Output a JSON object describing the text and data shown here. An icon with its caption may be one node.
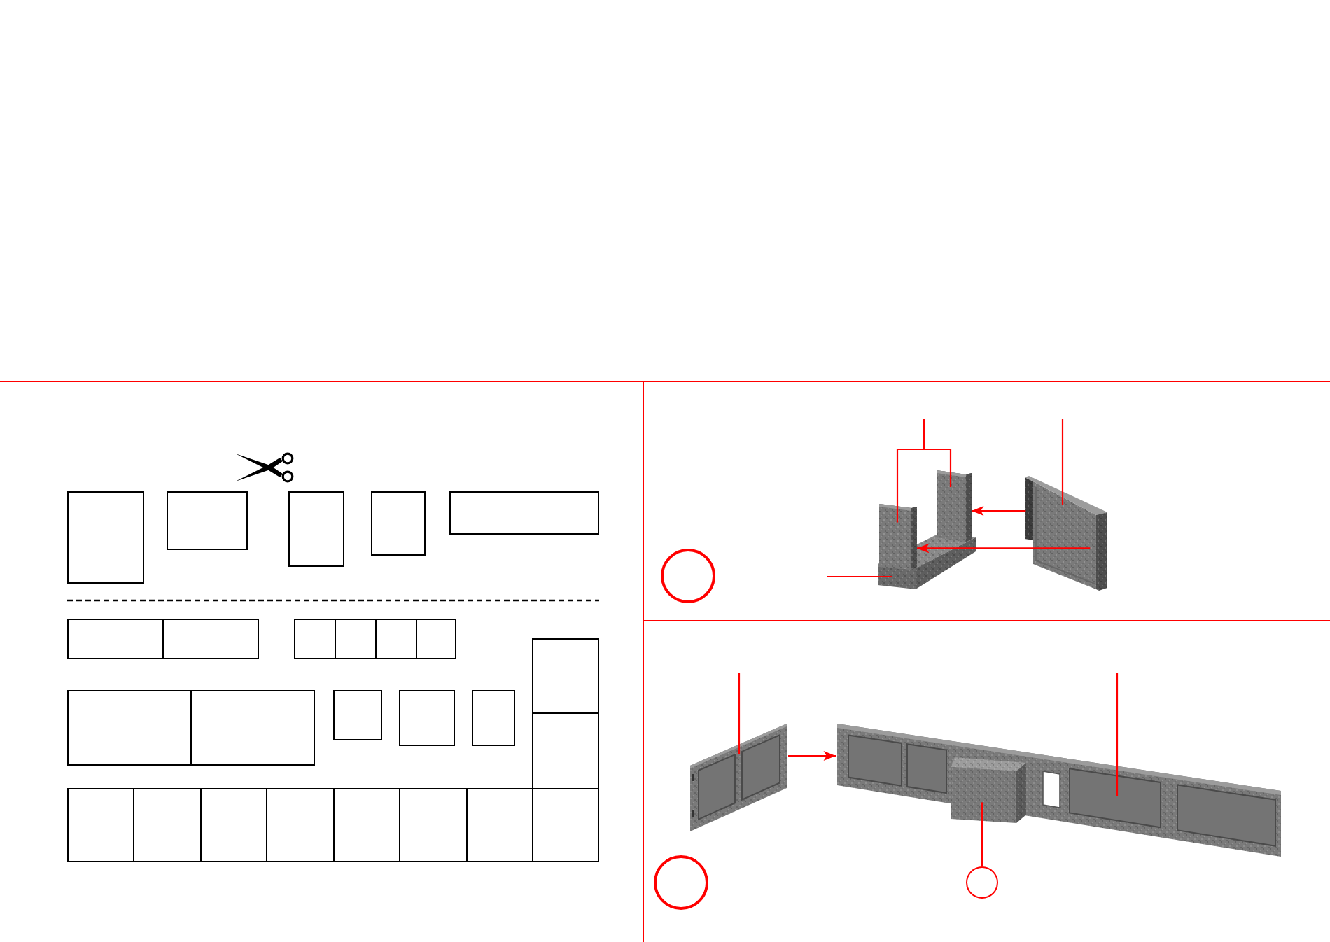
{
  "diagram": {
    "nodes": [
      {
        "text": [],
        "shape": "box"
      },
      {
        "text": [],
        "shape": "box"
      },
      {
        "text": [],
        "shape": "box"
      },
      {
        "text": [],
        "shape": "box"
      },
      {
        "text": [],
        "shape": "box"
      },
      {
        "text": [],
        "shape": "box"
      },
      {
        "text": [],
        "shape": "box"
      },
      {
        "text": [],
        "shape": "box"
      },
      {
        "text": [],
        "shape": "box"
      },
      {
        "text": [],
        "shape": "box"
      },
      {
        "text": [],
        "shape": "box"
      },
      {
        "text": [],
        "shape": "box"
      },
      {
        "text": [],
        "shape": "box"
      },
      {
        "text": [],
        "shape": "box"
      },
      {
        "text": [],
        "shape": "box"
      },
      {
        "text": [],
        "shape": "box"
      },
      {
        "text": [],
        "shape": "box"
      },
      {
        "text": [],
        "shape": "box"
      },
      {
        "text": [],
        "shape": "box"
      },
      {
        "text": [],
        "shape": "box"
      },
      {
        "text": [],
        "shape": "box"
      },
      {
        "text": [],
        "shape": "box"
      },
      {
        "text": [],
        "shape": "box"
      },
      {
        "text": [],
        "shape": "box"
      },
      {
        "text": [],
        "shape": "box"
      },
      {
        "text": [],
        "shape": "box"
      },
      {
        "text": [],
        "shape": "picture"
      },
      {
        "text": [],
        "shape": "picture",
        "in": 26
      },
      {
        "text": [],
        "shape": "picture",
        "in": 26
      },
      {
        "text": [],
        "shape": "picture"
      },
      {
        "text": [],
        "shape": "circle"
      },
      {
        "text": [],
        "shape": "picture"
      },
      {
        "text": [],
        "shape": "picture"
      },
      {
        "text": [],
        "shape": "picture",
        "in": 32
      },
      {
        "text": [],
        "shape": "circle"
      },
      {
        "text": [],
        "shape": "circle"
      }
    ],
    "edges": [
      {
        "from": 29,
        "to": 28,
        "arrow": "to"
      },
      {
        "from": 29,
        "to": 27,
        "arrow": "to"
      },
      {
        "from": null,
        "to": 27,
        "arrow": "none"
      },
      {
        "from": null,
        "to": 28,
        "arrow": "none"
      },
      {
        "from": null,
        "to": 29,
        "arrow": "none"
      },
      {
        "from": null,
        "to": 26,
        "arrow": "none"
      },
      {
        "from": 31,
        "to": 32,
        "arrow": "to"
      },
      {
        "from": null,
        "to": 31,
        "arrow": "none"
      },
      {
        "from": null,
        "to": 32,
        "arrow": "none"
      },
      {
        "from": 35,
        "to": 33,
        "arrow": "none"
      }
    ]
  }
}
